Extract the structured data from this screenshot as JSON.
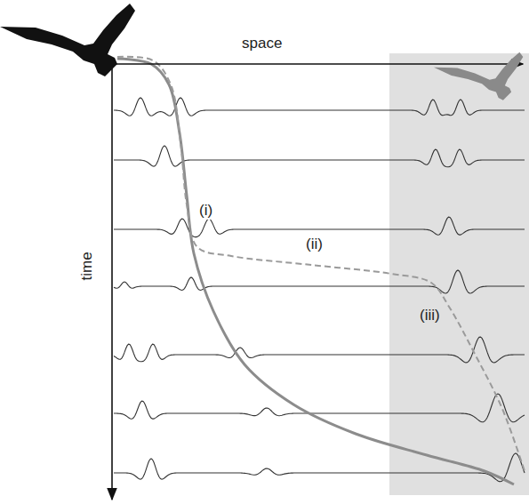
{
  "diagram": {
    "labels": [
      "space",
      "time",
      "(i)",
      "(ii)",
      "(iii)"
    ]
  }
}
